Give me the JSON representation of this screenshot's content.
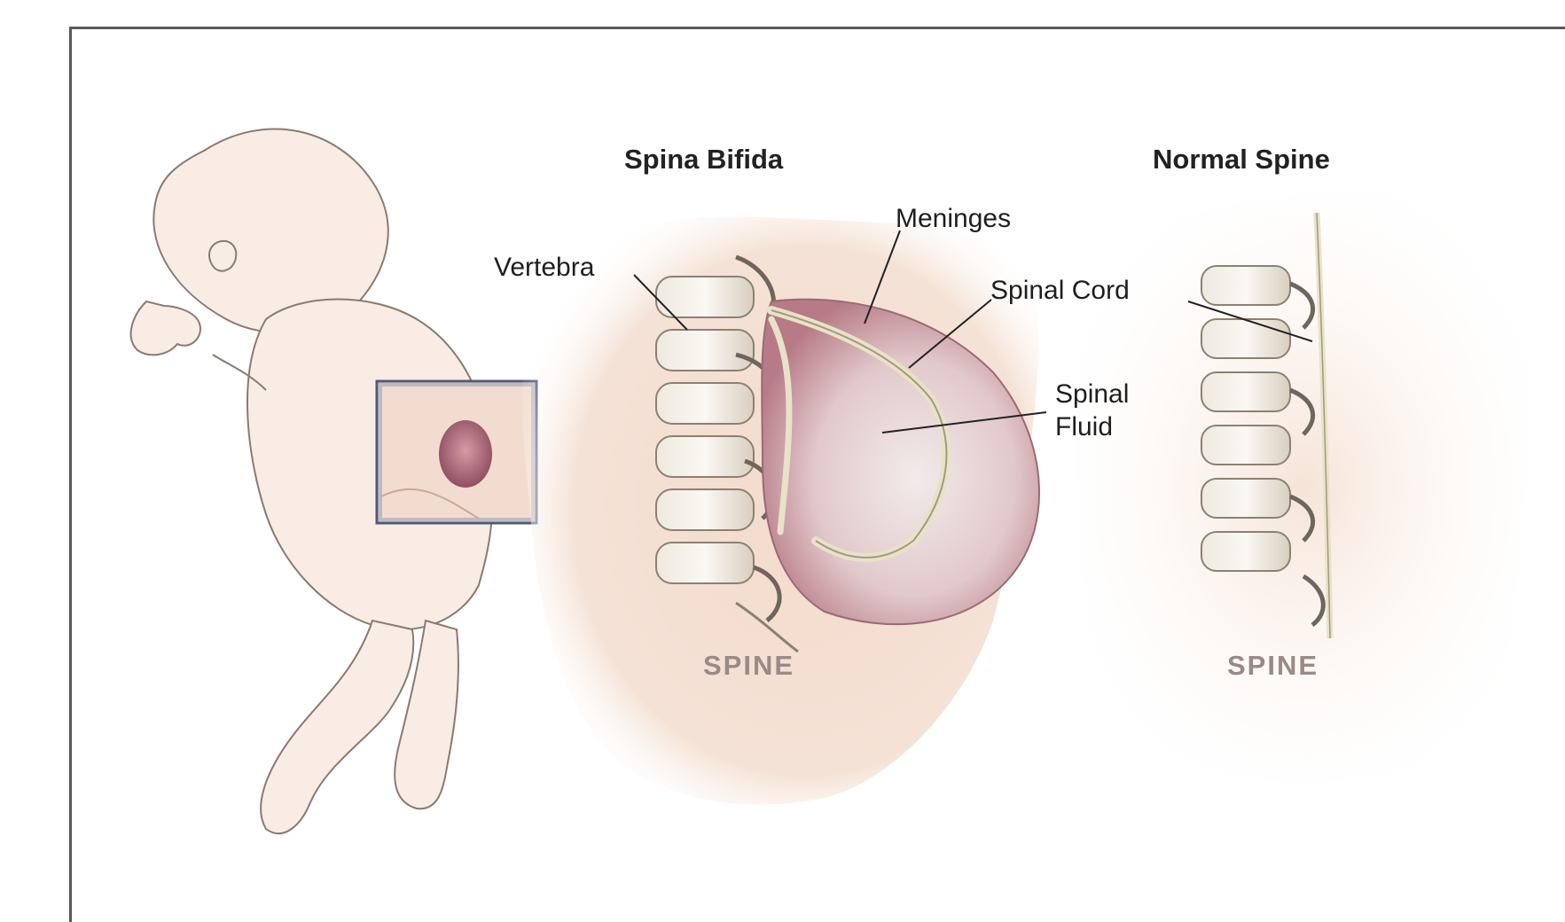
{
  "diagram": {
    "titles": {
      "left_panel": "Spina Bifida",
      "right_panel": "Normal Spine"
    },
    "labels": {
      "vertebra": "Vertebra",
      "meninges": "Meninges",
      "spinal_cord": "Spinal Cord",
      "spinal_fluid_line1": "Spinal",
      "spinal_fluid_line2": "Fluid",
      "spine_left": "SPINE",
      "spine_right": "SPINE"
    },
    "colors": {
      "skin": "#f3ddd0",
      "skin_shadow": "#e8c2b3",
      "outline": "#8a7a72",
      "bone": "#f7f4ee",
      "bone_shadow": "#b9ad9c",
      "sac": "#c98a94",
      "frame_border": "#5a5a5a",
      "inset_border": "#4d5a7a"
    }
  }
}
